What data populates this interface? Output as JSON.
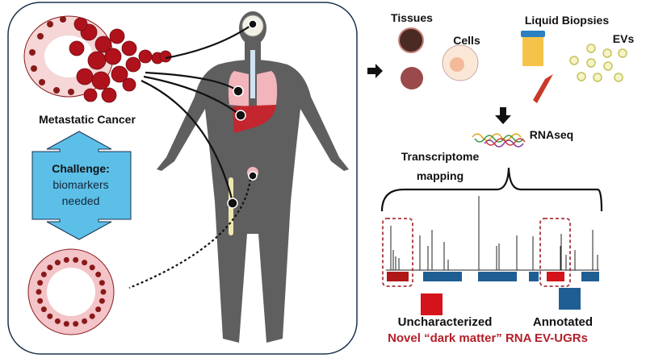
{
  "left_panel": {
    "metastatic_label": "Metastatic Cancer",
    "challenge": {
      "line1": "Challenge:",
      "line2": "biomarkers",
      "line3": "needed"
    }
  },
  "right_panel": {
    "tissues_label": "Tissues",
    "cells_label": "Cells",
    "liquid_biopsies_label": "Liquid Biopsies",
    "evs_label": "EVs",
    "rnaseq_label": "RNAseq",
    "transcriptome_line1": "Transcriptome",
    "transcriptome_line2": "mapping",
    "legend": {
      "uncharacterized_label": "Uncharacterized",
      "annotated_label": "Annotated",
      "uncharacterized_color": "#cc1a1a",
      "annotated_color": "#1f5e93"
    },
    "footer": "Novel “dark matter” RNA EV-UGRs",
    "footer_color": "#b3202a"
  },
  "colors": {
    "body": "#5f5f5f",
    "arrow_fill": "#5bbfe8",
    "cancer": "#b0121c",
    "panel_border": "#1d3350"
  }
}
